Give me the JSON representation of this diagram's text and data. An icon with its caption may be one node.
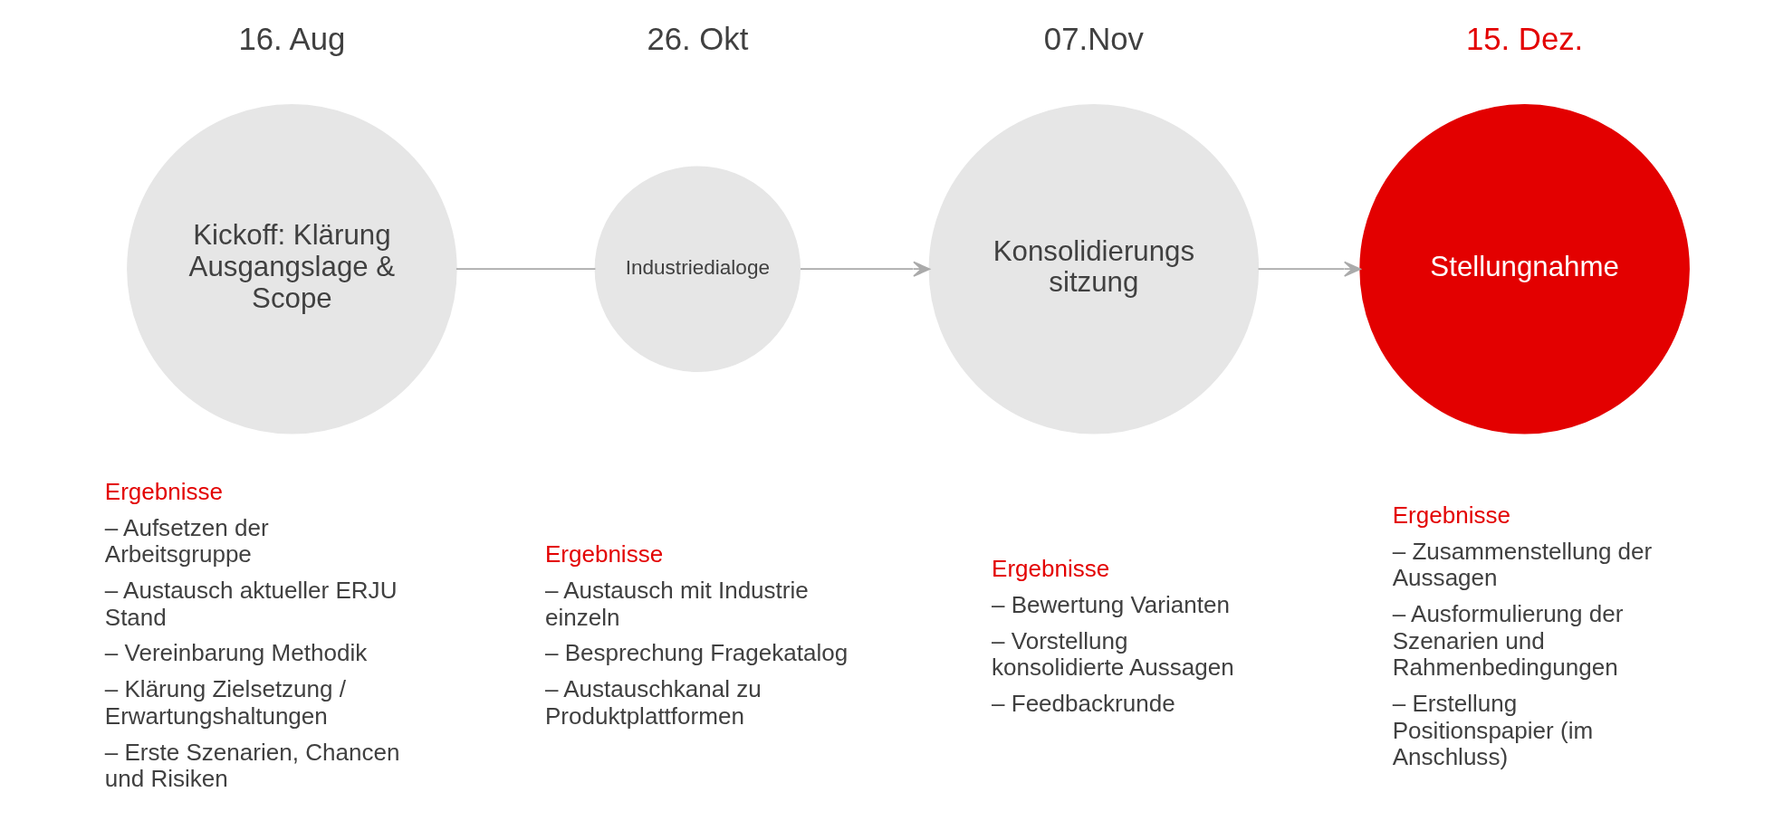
{
  "diagram": {
    "nodes": [
      {
        "text": [
          "Kickoff: Klärung Ausgangslage & Scope"
        ],
        "beside": [
          "16. Aug",
          "Ergebnisse",
          "– Aufsetzen der Arbeitsgruppe",
          "– Austausch aktueller ERJU Stand",
          "– Vereinbarung Methodik",
          "– Klärung Zielsetzung / Erwartungshaltungen",
          "– Erste Szenarien, Chancen und Risiken"
        ]
      },
      {
        "text": [
          "Industriedialoge"
        ],
        "beside": [
          "26. Okt",
          "Ergebnisse",
          "– Austausch mit Industrie einzeln",
          "– Besprechung Fragekatalog",
          "– Austauschkanal zu Produktplattformen"
        ]
      },
      {
        "text": [
          "Konsolidierungs sitzung"
        ],
        "beside": [
          "07.Nov",
          "Ergebnisse",
          "– Bewertung Varianten",
          "– Vorstellung konsolidierte Aussagen",
          "– Feedbackrunde"
        ]
      },
      {
        "text": [
          "Stellungnahme"
        ],
        "beside": [
          "15. Dez.",
          "Ergebnisse",
          "– Zusammenstellung der Aussagen",
          "– Ausformulierung der Szenarien und Rahmenbedingungen",
          "– Erstellung Positionspapier (im Anschluss)"
        ]
      }
    ],
    "edges": [
      {
        "from": 0,
        "to": 1,
        "arrow": "none"
      },
      {
        "from": 1,
        "to": 2,
        "arrow": "to"
      },
      {
        "from": 2,
        "to": 3,
        "arrow": "to"
      }
    ]
  }
}
